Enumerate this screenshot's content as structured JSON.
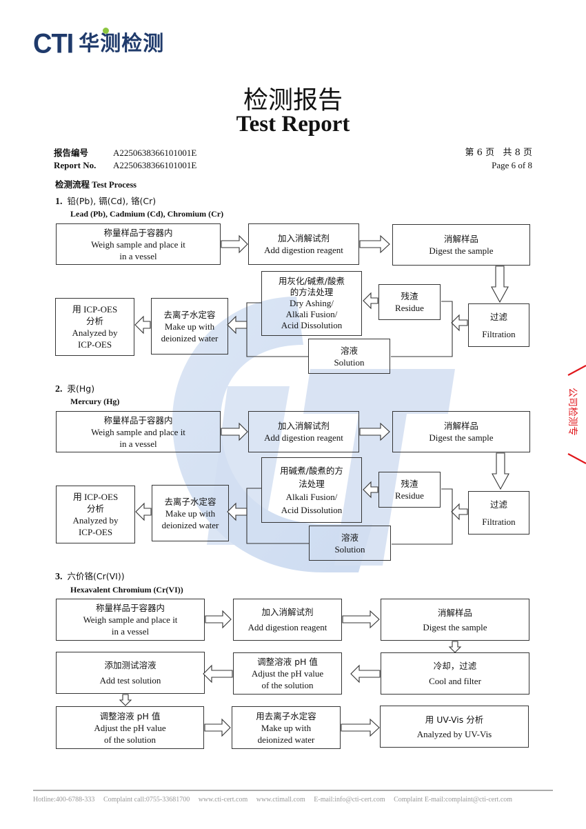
{
  "logo": {
    "brand": "CTI",
    "name_cn": "华测检测"
  },
  "title": {
    "cn": "检测报告",
    "en": "Test Report"
  },
  "report_no": {
    "label_cn": "报告编号",
    "label_en": "Report No.",
    "value_cn": "A2250638366101001E",
    "value_en": "A2250638366101001E"
  },
  "page": {
    "cn": "第 6 页   共 8 页",
    "en": "Page 6 of 8"
  },
  "process_heading": "检测流程 Test Process",
  "sections": [
    {
      "num": "1.",
      "title_cn": "铅(Pb), 镉(Cd), 铬(Cr)",
      "title_en": "Lead (Pb), Cadmium (Cd), Chromium (Cr)",
      "steps": {
        "weigh": {
          "cn": "称量样品于容器内",
          "en1": "Weigh sample and place it",
          "en2": "in a vessel"
        },
        "add": {
          "cn": "加入消解试剂",
          "en": "Add digestion reagent"
        },
        "digest": {
          "cn": "消解样品",
          "en": "Digest the sample"
        },
        "filter": {
          "cn": "过滤",
          "en": "Filtration"
        },
        "residue": {
          "cn": "残渣",
          "en": "Residue"
        },
        "treat": {
          "cn1": "用灰化/碱煮/酸煮",
          "cn2": "的方法处理",
          "en1": "Dry Ashing/",
          "en2": "Alkali Fusion/",
          "en3": "Acid Dissolution"
        },
        "solution": {
          "cn": "溶液",
          "en": "Solution"
        },
        "makeup": {
          "cn": "去离子水定容",
          "en1": "Make up with",
          "en2": "deionized water"
        },
        "analyze": {
          "cn1": "用 ICP-OES",
          "cn2": "分析",
          "en1": "Analyzed by",
          "en2": "ICP-OES"
        }
      }
    },
    {
      "num": "2.",
      "title_cn": "汞(Hg)",
      "title_en": "Mercury (Hg)",
      "steps": {
        "weigh": {
          "cn": "称量样品于容器内",
          "en1": "Weigh sample and place it",
          "en2": "in a vessel"
        },
        "add": {
          "cn": "加入消解试剂",
          "en": "Add digestion reagent"
        },
        "digest": {
          "cn": "消解样品",
          "en": "Digest the sample"
        },
        "filter": {
          "cn": "过滤",
          "en": "Filtration"
        },
        "residue": {
          "cn": "残渣",
          "en": "Residue"
        },
        "treat": {
          "cn1": "用碱煮/酸煮的方",
          "cn2": "法处理",
          "en1": "Alkali Fusion/",
          "en2": "Acid Dissolution"
        },
        "solution": {
          "cn": "溶液",
          "en": "Solution"
        },
        "makeup": {
          "cn": "去离子水定容",
          "en1": "Make up with",
          "en2": "deionized water"
        },
        "analyze": {
          "cn1": "用 ICP-OES",
          "cn2": "分析",
          "en1": "Analyzed by",
          "en2": "ICP-OES"
        }
      }
    },
    {
      "num": "3.",
      "title_cn": "六价铬(Cr(VI))",
      "title_en": "Hexavalent Chromium (Cr(VI))",
      "steps": {
        "weigh": {
          "cn": "称量样品于容器内",
          "en1": "Weigh sample and place it",
          "en2": "in a vessel"
        },
        "add": {
          "cn": "加入消解试剂",
          "en": "Add digestion reagent"
        },
        "digest": {
          "cn": "消解样品",
          "en": "Digest the sample"
        },
        "cool": {
          "cn": "冷却，过滤",
          "en": "Cool and filter"
        },
        "adjust1": {
          "cn": "调整溶液 pH 值",
          "en1": "Adjust the pH value",
          "en2": "of the solution"
        },
        "addtest": {
          "cn": "添加测试溶液",
          "en": "Add test solution"
        },
        "adjust2": {
          "cn": "调整溶液 pH 值",
          "en1": "Adjust the pH value",
          "en2": "of the solution"
        },
        "makeup": {
          "cn": "用去离子水定容",
          "en1": "Make up with",
          "en2": "deionized water"
        },
        "analyze": {
          "cn": "用 UV-Vis 分析",
          "en": "Analyzed by UV-Vis"
        }
      }
    }
  ],
  "footer": {
    "hotline": "Hotline:400-6788-333",
    "complaint_call": "Complaint call:0755-33681700",
    "site1": "www.cti-cert.com",
    "site2": "www.ctimall.com",
    "email": "E-mail:info@cti-cert.com",
    "complaint_email": "Complaint E-mail:complaint@cti-cert.com"
  },
  "colors": {
    "brand_blue": "#1f3a6b",
    "brand_green": "#8cc63f",
    "watermark": "#cfdcf0",
    "stamp_red": "#e0161b"
  }
}
